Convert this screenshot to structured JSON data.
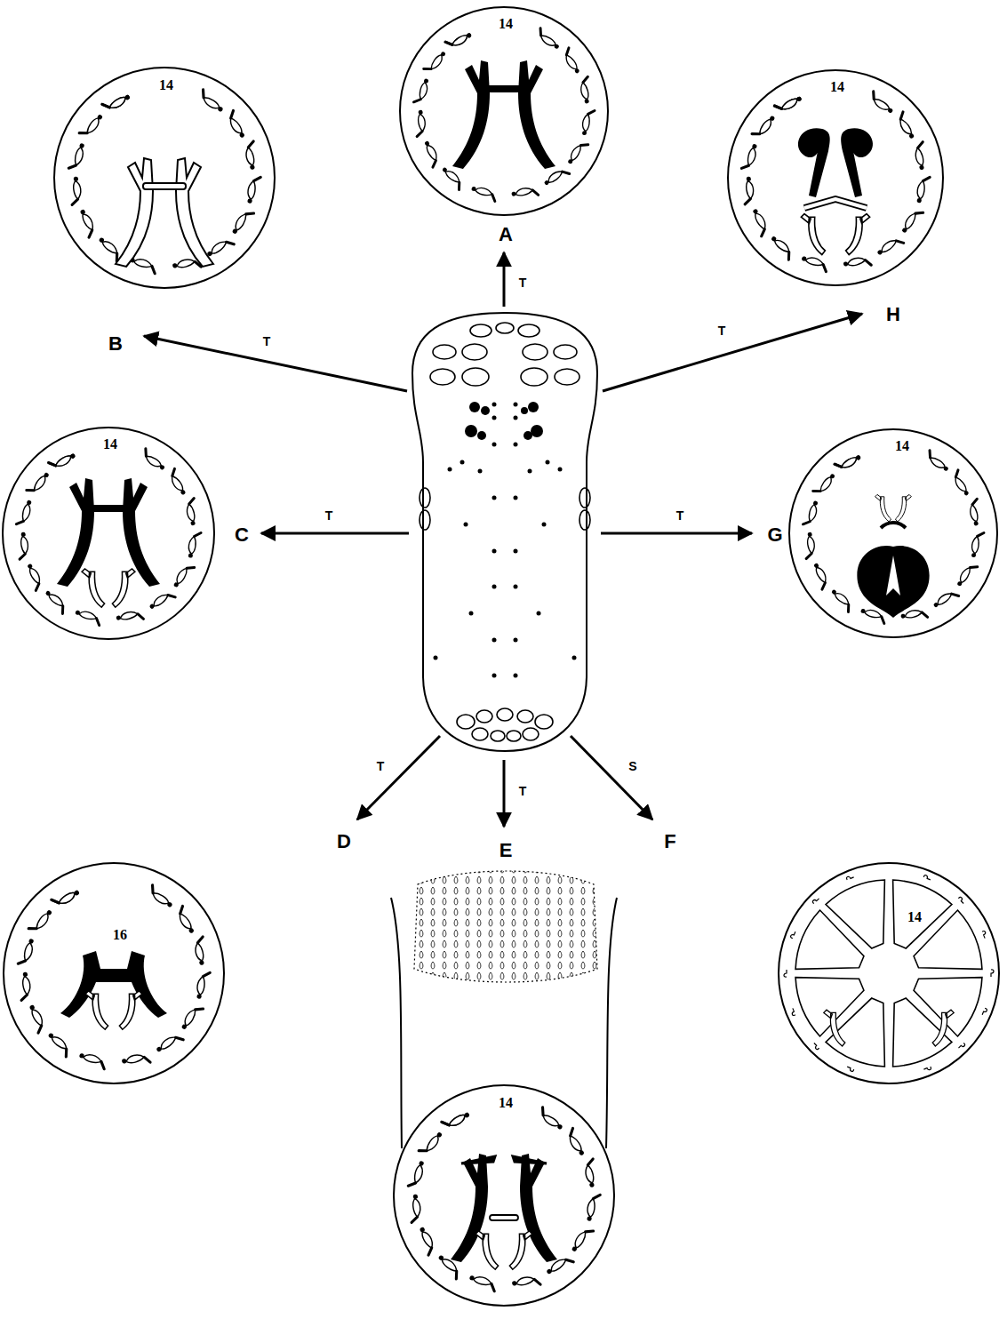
{
  "diagram": {
    "nodes": [
      {
        "text": [
          "14",
          "A"
        ]
      },
      {
        "text": [
          "14",
          "B"
        ]
      },
      {
        "text": [
          "14",
          "H"
        ]
      },
      {
        "text": [
          "14",
          "C"
        ]
      },
      {
        "text": [
          "14",
          "G"
        ]
      },
      {
        "text": [
          "16",
          "D"
        ]
      },
      {
        "text": [
          "14",
          "E"
        ]
      },
      {
        "text": [
          "14",
          "F"
        ]
      }
    ],
    "labels": [
      "T",
      "T",
      "T",
      "T",
      "T",
      "T",
      "T",
      "S"
    ]
  }
}
